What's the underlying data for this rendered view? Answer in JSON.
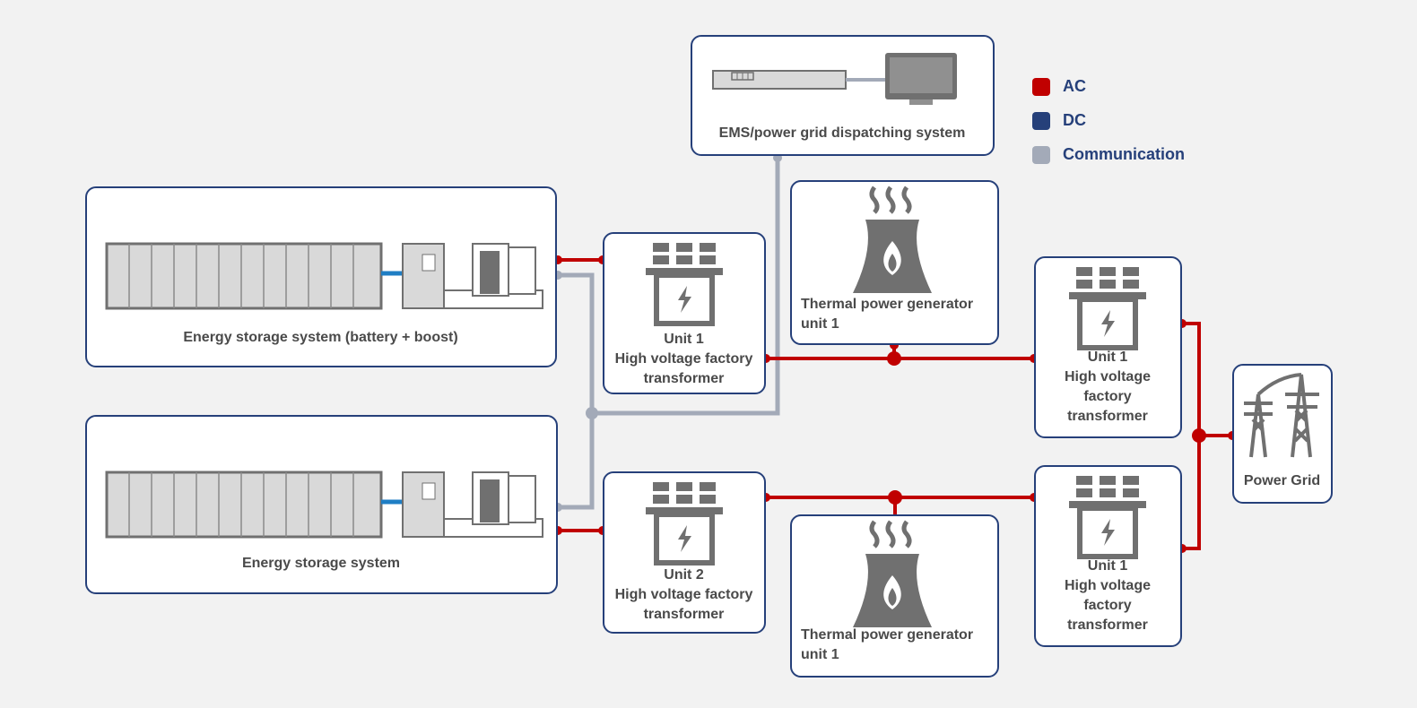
{
  "legend": {
    "items": [
      {
        "label": "AC",
        "color": "#c00000"
      },
      {
        "label": "DC",
        "color": "#26407a"
      },
      {
        "label": "Communication",
        "color": "#a3aab8"
      }
    ]
  },
  "colors": {
    "ac": "#c00000",
    "dc": "#26407a",
    "communication": "#a3aab8",
    "dc_link": "#1f7ec4",
    "border": "#26407a",
    "icon": "#707070"
  },
  "nodes": {
    "ems": {
      "label": "EMS/power grid dispatching system"
    },
    "ess_top": {
      "label": "Energy storage system (battery + boost)"
    },
    "ess_bottom": {
      "label": "Energy storage system"
    },
    "transformer_unit1_left": {
      "label": "Unit 1\nHigh voltage factory\ntransformer"
    },
    "transformer_unit2_left": {
      "label": "Unit 2\nHigh voltage factory\ntransformer"
    },
    "thermal_top": {
      "label": "Thermal power generator\nunit 1"
    },
    "thermal_bottom": {
      "label": "Thermal power generator\nunit 1"
    },
    "transformer_right_top": {
      "label": "Unit 1\nHigh voltage\nfactory\ntransformer"
    },
    "transformer_right_bottom": {
      "label": "Unit 1\nHigh voltage\nfactory\ntransformer"
    },
    "grid": {
      "label": "Power Grid"
    }
  },
  "icons": {
    "ems": "rack-server-and-monitor-icon",
    "ess": "battery-container-and-pcs-icon",
    "transformer": "transformer-icon",
    "thermal": "cooling-tower-icon",
    "grid": "transmission-tower-icon"
  }
}
